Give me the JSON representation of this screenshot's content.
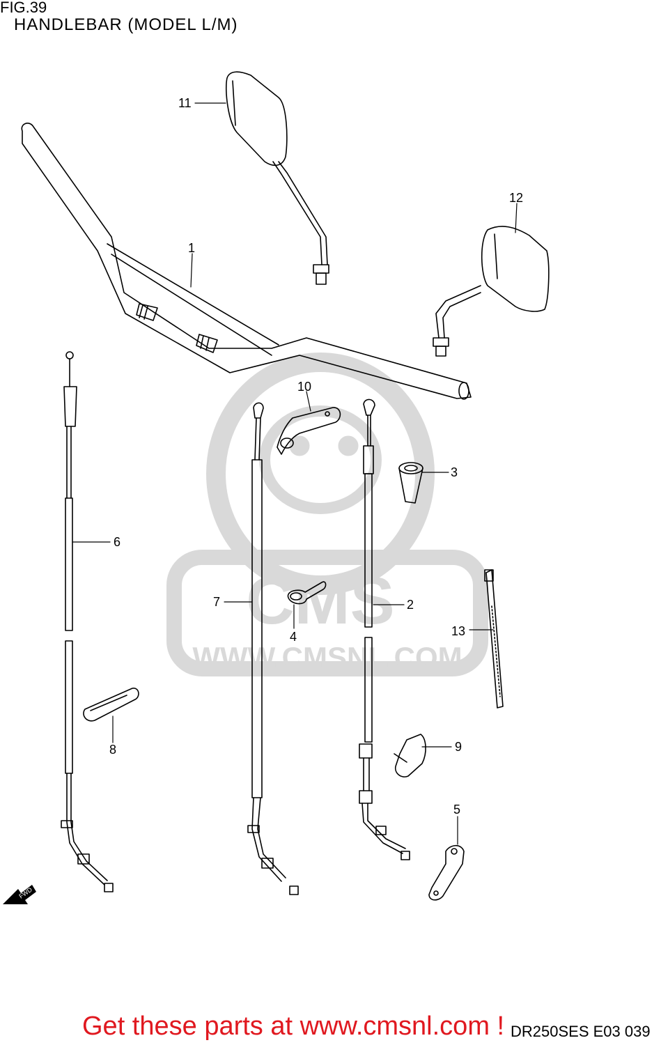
{
  "header": {
    "figure": "FIG.39",
    "title": "HANDLEBAR (MODEL L/M)"
  },
  "watermark": {
    "text": "WWW.CMSNL.COM",
    "logo": "CMS"
  },
  "fwd_label": "FWD",
  "callouts": [
    {
      "id": "1",
      "text": "1"
    },
    {
      "id": "2",
      "text": "2"
    },
    {
      "id": "3",
      "text": "3"
    },
    {
      "id": "4",
      "text": "4"
    },
    {
      "id": "5",
      "text": "5"
    },
    {
      "id": "6",
      "text": "6"
    },
    {
      "id": "7",
      "text": "7"
    },
    {
      "id": "8",
      "text": "8"
    },
    {
      "id": "9",
      "text": "9"
    },
    {
      "id": "10",
      "text": "10"
    },
    {
      "id": "11",
      "text": "11"
    },
    {
      "id": "12",
      "text": "12"
    },
    {
      "id": "13",
      "text": "13"
    }
  ],
  "footer": {
    "promo": "Get these parts at www.cmsnl.com !",
    "code": "DR250SES E03  039"
  },
  "colors": {
    "promo": "#e0181f",
    "watermark": "#d9d9d9",
    "line": "#000000"
  }
}
